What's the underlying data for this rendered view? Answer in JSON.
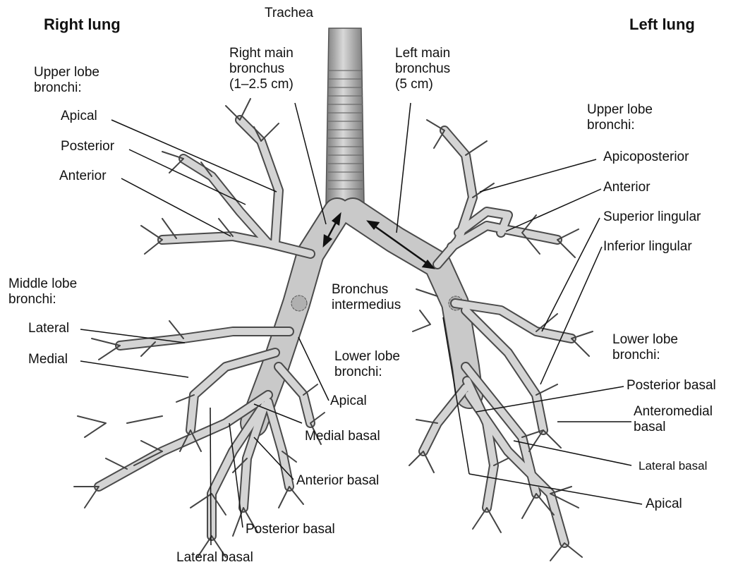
{
  "headings": {
    "right_lung": "Right lung",
    "left_lung": "Left lung"
  },
  "labels": {
    "trachea": "Trachea",
    "right_main_bronchus": "Right main bronchus (1–2.5 cm)",
    "left_main_bronchus": "Left main bronchus (5 cm)",
    "bronchus_intermedius": "Bronchus intermedius",
    "right_upper_lobe_bronchi": "Upper lobe bronchi:",
    "right_apical": "Apical",
    "right_posterior": "Posterior",
    "right_anterior": "Anterior",
    "middle_lobe_bronchi": "Middle lobe bronchi:",
    "lateral": "Lateral",
    "medial": "Medial",
    "right_lower_lobe_bronchi": "Lower lobe bronchi:",
    "right_lower_apical": "Apical",
    "medial_basal": "Medial basal",
    "anterior_basal": "Anterior basal",
    "right_posterior_basal": "Posterior basal",
    "right_lateral_basal": "Lateral basal",
    "left_upper_lobe_bronchi": "Upper lobe bronchi:",
    "apicoposterior": "Apicoposterior",
    "left_anterior": "Anterior",
    "superior_lingular": "Superior lingular",
    "inferior_lingular": "Inferior lingular",
    "left_lower_lobe_bronchi": "Lower lobe bronchi:",
    "left_posterior_basal": "Posterior basal",
    "anteromedial_basal": "Anteromedial basal",
    "left_lateral_basal": "Lateral basal",
    "left_lower_apical": "Apical"
  },
  "label_lines": {
    "right_main_bronchus": [
      "Right main",
      "bronchus",
      "(1–2.5 cm)"
    ],
    "left_main_bronchus": [
      "Left main",
      "bronchus",
      "(5 cm)"
    ],
    "bronchus_intermedius": [
      "Bronchus",
      "intermedius"
    ],
    "right_upper_lobe_bronchi": [
      "Upper lobe",
      "bronchi:"
    ],
    "middle_lobe_bronchi": [
      "Middle lobe",
      "bronchi:"
    ],
    "right_lower_lobe_bronchi": [
      "Lower lobe",
      "bronchi:"
    ],
    "left_upper_lobe_bronchi": [
      "Upper lobe",
      "bronchi:"
    ],
    "left_lower_lobe_bronchi": [
      "Lower lobe",
      "bronchi:"
    ],
    "anteromedial_basal": [
      "Anteromedial",
      "basal"
    ]
  },
  "colors": {
    "airway_fill": "#c9c9c9",
    "airway_stroke": "#4a4a4a",
    "leader": "#111111",
    "text": "#111111"
  }
}
